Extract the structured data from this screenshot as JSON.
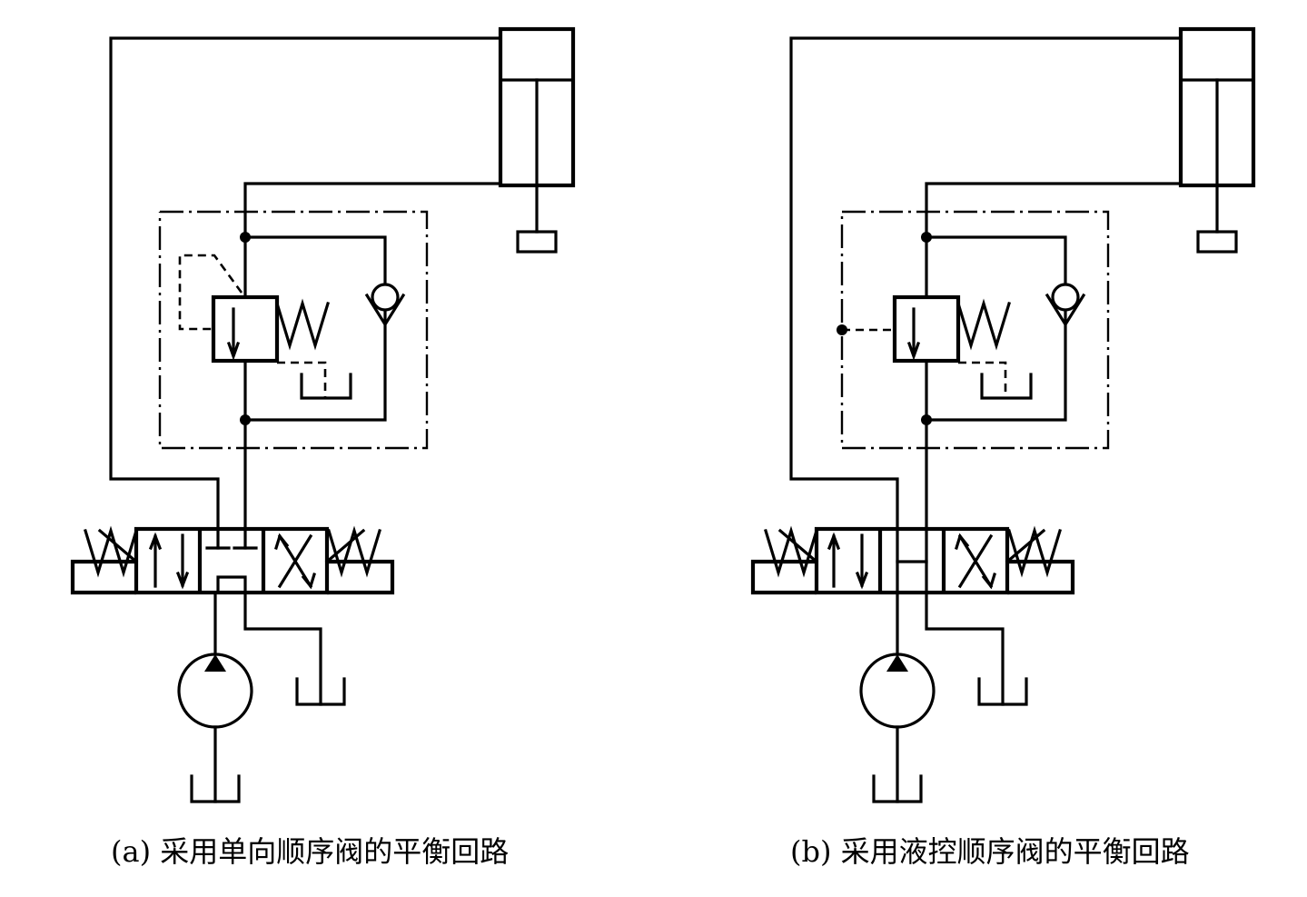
{
  "colors": {
    "line": "#000000",
    "background": "#ffffff"
  },
  "figures": [
    {
      "id": "a",
      "caption": "(a) 采用单向顺序阀的平衡回路"
    },
    {
      "id": "b",
      "caption": "(b) 采用液控顺序阀的平衡回路"
    }
  ]
}
